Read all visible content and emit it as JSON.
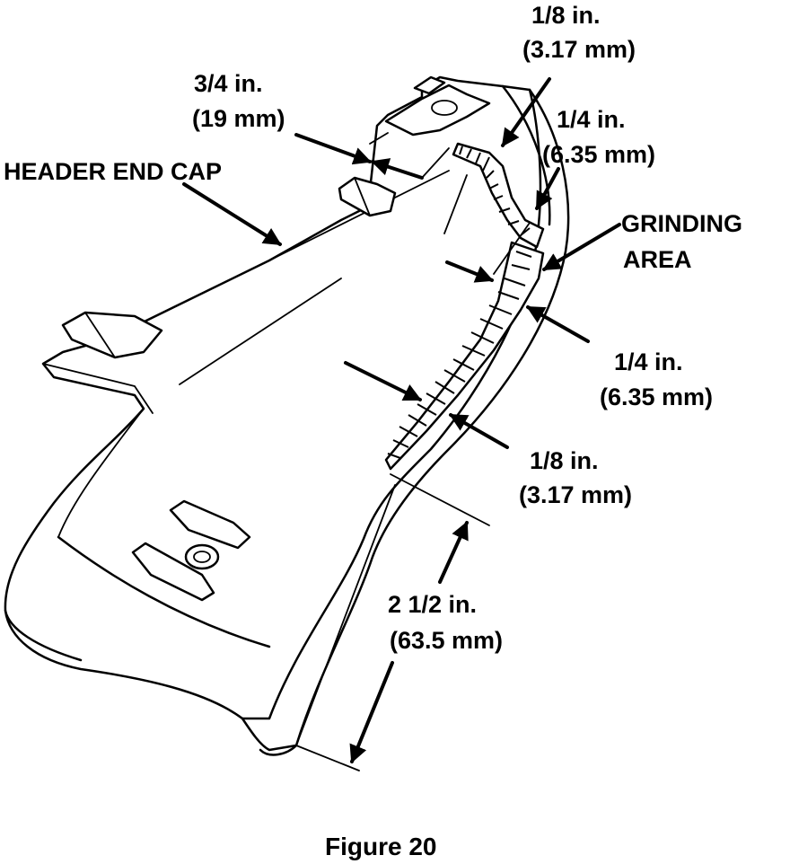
{
  "labels": {
    "top_eighth": {
      "line1": "1/8 in.",
      "line2": "(3.17 mm)"
    },
    "three_quarter": {
      "line1": "3/4 in.",
      "line2": "(19 mm)"
    },
    "top_quarter": {
      "line1": "1/4 in.",
      "line2": "(6.35 mm)"
    },
    "header_end_cap": "HEADER END CAP",
    "grinding_area": {
      "line1": "GRINDING",
      "line2": "AREA"
    },
    "mid_quarter": {
      "line1": "1/4 in.",
      "line2": "(6.35 mm)"
    },
    "mid_eighth": {
      "line1": "1/8 in.",
      "line2": "(3.17 mm)"
    },
    "length": {
      "line1": "2 1/2 in.",
      "line2": "(63.5 mm)"
    }
  },
  "caption": "Figure 20"
}
